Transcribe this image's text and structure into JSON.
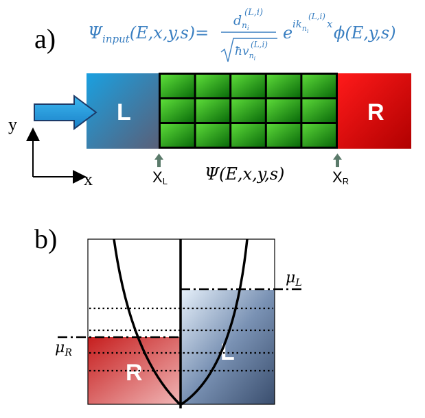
{
  "panel_a": {
    "label": "a)",
    "formula": {
      "lhs": "Ψinput(E,x,y,s)=",
      "lhs_main": "Ψ",
      "lhs_sub": "input",
      "lhs_args": "(E,x,y,s)",
      "equals": "=",
      "numerator": "d",
      "numerator_sub": "n",
      "numerator_subsub": "i",
      "numerator_sup": "(L,i)",
      "denominator": "ħv",
      "denominator_sub": "n",
      "denominator_subsub": "i",
      "denominator_sup": "(L,i)",
      "exp_base": "e",
      "exp_power": "ik",
      "exp_power_sub": "n",
      "exp_power_subsub": "i",
      "exp_power_sup": "(L,i)",
      "exp_power_tail": "x",
      "phi": "ϕ(E,y,s)",
      "color": "#3a7fc1"
    },
    "left_lead": {
      "letter": "L",
      "color_top": "#1aa0e0",
      "color_bottom": "#5a5f78"
    },
    "right_lead": {
      "letter": "R",
      "color_top": "#ff1a1a",
      "color_bottom": "#b00000"
    },
    "scattering_region": {
      "rows": 3,
      "cols": 5,
      "color_light": "#5ee03a",
      "color_dark": "#0a6e0a"
    },
    "wavefunction_label": "Ψ(E,x,y,s)",
    "marker_left": {
      "main": "X",
      "sub": "L"
    },
    "marker_right": {
      "main": "X",
      "sub": "R"
    },
    "axis_y": "y",
    "axis_x": "x",
    "arrow_color": "#1aa0e0"
  },
  "panel_b": {
    "label": "b)",
    "mu_left": {
      "main": "μ",
      "sub": "L"
    },
    "mu_right": {
      "main": "μ",
      "sub": "R"
    },
    "left_box_letter": "R",
    "right_box_letter": "L",
    "red_top": "#c61e1e",
    "red_bottom": "#f0a5a5",
    "blue_top": "#dde9f5",
    "blue_bottom": "#3f5577"
  }
}
